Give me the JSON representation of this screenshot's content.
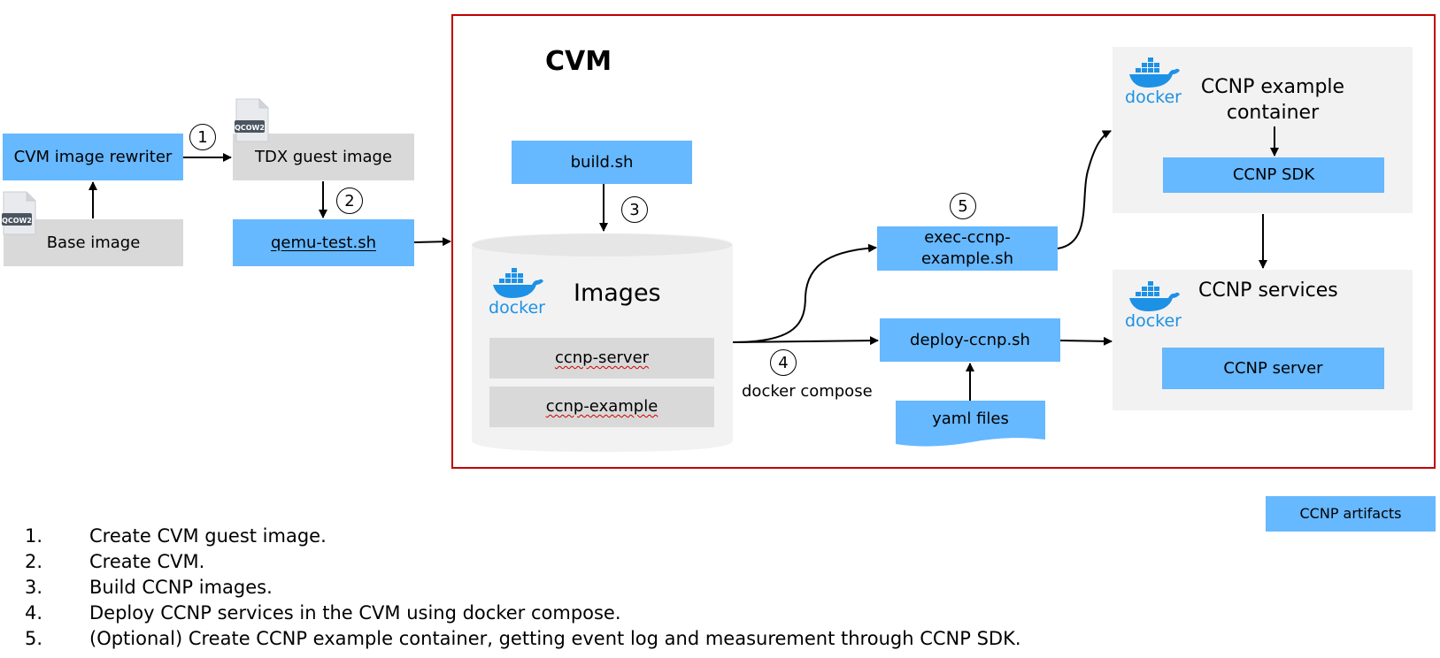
{
  "cvm": {
    "title": "CVM"
  },
  "nodes": {
    "image_rewriter": "CVM image rewriter",
    "base_image": "Base image",
    "tdx_guest_image": "TDX guest image",
    "qemu_test": "qemu-test.sh",
    "build_sh": "build.sh",
    "images_title": "Images",
    "ccnp_server_image": "ccnp-server",
    "ccnp_example_image": "ccnp-example",
    "exec_example": "exec-ccnp-example.sh",
    "deploy_ccnp": "deploy-ccnp.sh",
    "yaml_files": "yaml files",
    "docker_compose": "docker compose",
    "example_container_title": "CCNP example container",
    "ccnp_sdk": "CCNP SDK",
    "ccnp_services_title": "CCNP services",
    "ccnp_server": "CCNP server"
  },
  "icons": {
    "docker": {
      "name": "docker-icon",
      "label": "docker",
      "color": "#1d91e6"
    },
    "qcow2": {
      "name": "qcow2-file-icon",
      "label": "QCOW2",
      "color": "#4a5560"
    }
  },
  "step_markers": [
    "1",
    "2",
    "3",
    "4",
    "5"
  ],
  "legend": {
    "artifacts": "CCNP artifacts"
  },
  "colors": {
    "artifact_blue": "#66b8ff",
    "frame_red": "#c00000",
    "gray": "#d9d9d9",
    "light_gray": "#f2f2f2"
  },
  "steps": [
    {
      "num": "1.",
      "text": "Create CVM guest image."
    },
    {
      "num": "2.",
      "text": "Create CVM."
    },
    {
      "num": "3.",
      "text": "Build CCNP images."
    },
    {
      "num": "4.",
      "text": "Deploy CCNP services in the CVM using docker compose."
    },
    {
      "num": "5.",
      "text": "(Optional) Create CCNP example container, getting event log and measurement through CCNP SDK."
    }
  ]
}
